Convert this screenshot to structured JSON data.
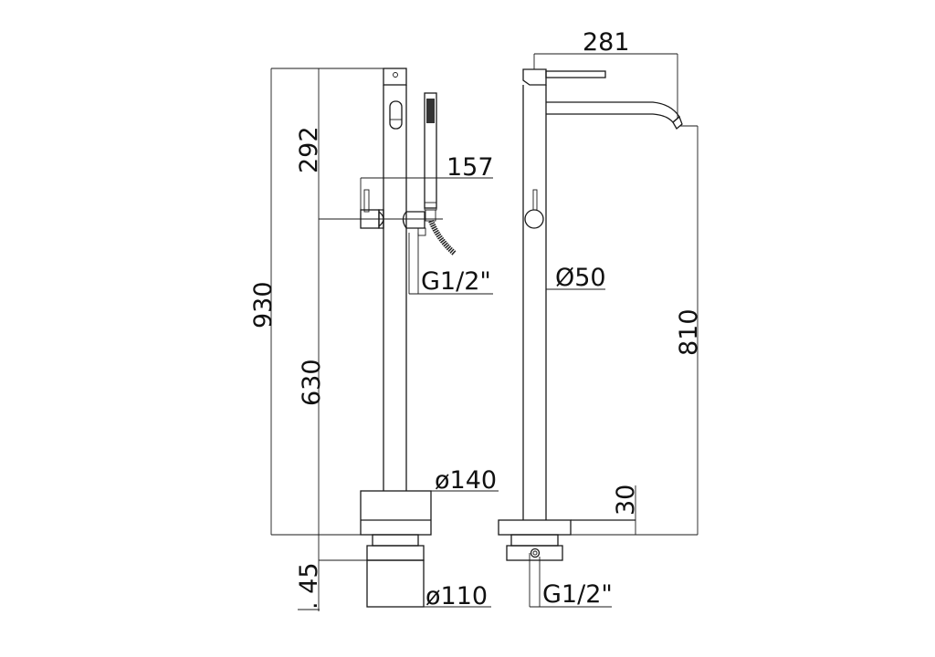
{
  "drawing": {
    "left_view": {
      "dim_total_height": "930",
      "dim_upper": "292",
      "dim_lower": "630",
      "dim_hand_shower_offset": "157",
      "dim_hose_connection": "G1/2\"",
      "dim_base_diameter": "ø140",
      "dim_floor_flange_diameter": "ø110",
      "dim_floor_depth": ". 45"
    },
    "right_view": {
      "dim_spout_reach": "281",
      "dim_column_diameter": "Ø50",
      "dim_spout_height": "810",
      "dim_base_height": "30",
      "dim_supply_connection": "G1/2\""
    },
    "line_color": "#1a1a1a"
  }
}
